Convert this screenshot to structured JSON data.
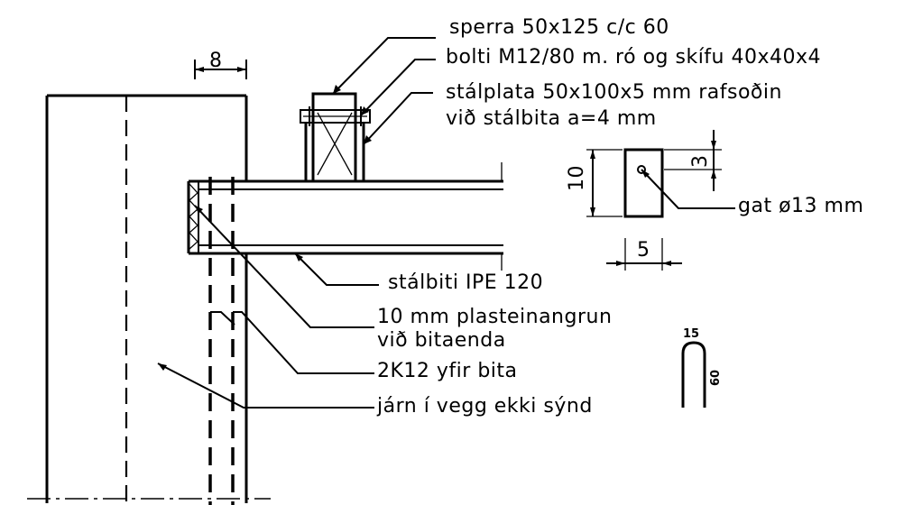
{
  "labels": {
    "rafter": "sperra 50x125 c/c 60",
    "bolt": "bolti M12/80 m. ró og skífu 40x40x4",
    "plate_line1": "stálplata 50x100x5 mm rafsoðin",
    "plate_line2": "við stálbita a=4 mm",
    "hole": "gat ø13 mm",
    "beam": "stálbiti IPE 120",
    "insulation_line1": "10 mm plasteinangrun",
    "insulation_line2": "við bitaenda",
    "rebar": "2K12 yfir bita",
    "wall_rebar": "járn í vegg ekki sýnd"
  },
  "dimensions": {
    "wall_offset": "8",
    "plate_height": "10",
    "plate_width": "5",
    "hole_offset": "3",
    "hook_width": "15",
    "hook_height": "60"
  }
}
